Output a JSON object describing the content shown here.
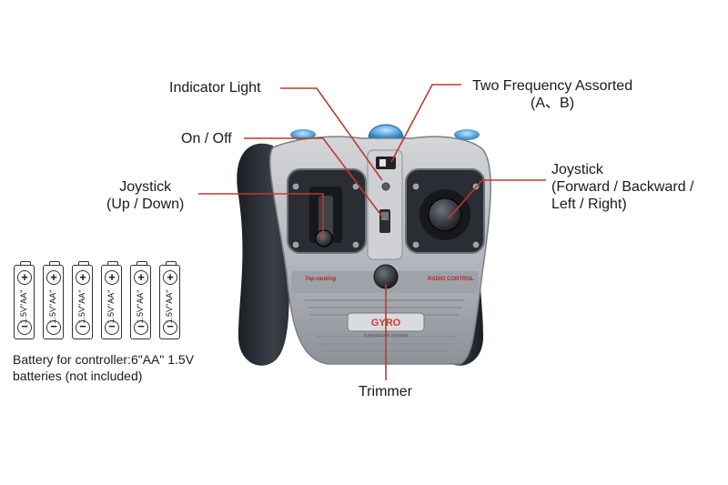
{
  "labels": {
    "indicator_light": "Indicator Light",
    "two_frequency_line1": "Two Frequency Assorted",
    "two_frequency_line2": "(A、B)",
    "on_off": "On / Off",
    "joystick_left_line1": "Joystick",
    "joystick_left_line2": "(Up / Down)",
    "joystick_right_line1": "Joystick",
    "joystick_right_line2": "(Forward / Backward /",
    "joystick_right_line3": "Left / Right)",
    "trimmer": "Trimmer"
  },
  "batteries": {
    "cell_label": "1.5V\"AA\"",
    "count": 6,
    "plus_symbol": "+",
    "minus_symbol": "−",
    "caption_line1": "Battery for controller:6\"AA\" 1.5V",
    "caption_line2": "batteries (not included)"
  },
  "controller_text": {
    "gyro": "GYRO",
    "gyro_sub": "GYROSCOPE SYSTEM",
    "brand": "Top-ranking",
    "radio": "RADIO CONTROL"
  },
  "colors": {
    "callout_line": "#c0392b",
    "grip": "#2b2f36",
    "faceplate": "#b9bcc2",
    "blue_light": "#3aa6e6"
  }
}
